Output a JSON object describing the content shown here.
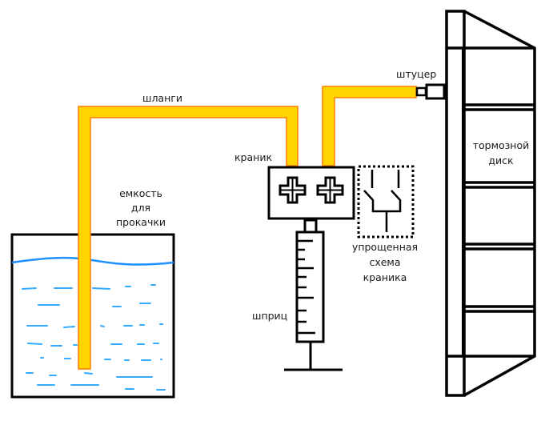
{
  "title": "Схема прокачки тормозов шприцем",
  "colors": {
    "hose_fill": "#ffd400",
    "hose_stroke": "#ff7f00",
    "liquid": "#1e90ff",
    "outline": "#000000"
  },
  "labels": {
    "hoses": "шланги",
    "fitting": "штуцер",
    "valve": "краник",
    "container_line1": "емкость",
    "container_line2": "для",
    "container_line3": "прокачки",
    "syringe": "шприц",
    "valve_scheme_line1": "упрощенная",
    "valve_scheme_line2": "схема",
    "valve_scheme_line3": "краника",
    "brake_disc_line1": "тормозной",
    "brake_disc_line2": "диск"
  }
}
